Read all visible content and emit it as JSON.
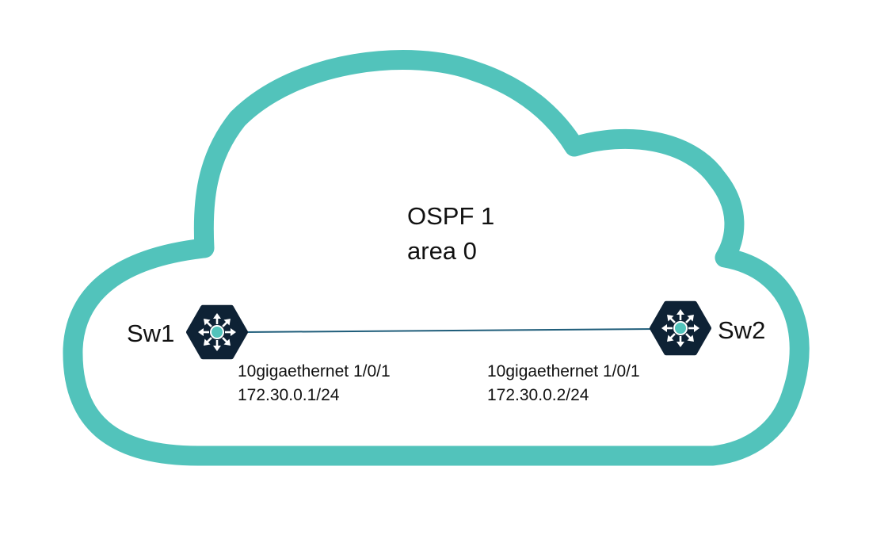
{
  "cloud": {
    "title": "OSPF 1",
    "subtitle": "area 0",
    "stroke_color": "#52C3BB"
  },
  "link": {
    "color": "#1F5D7A"
  },
  "switches": [
    {
      "name": "Sw1",
      "interface": "10gigaethernet 1/0/1",
      "ip": "172.30.0.1/24",
      "icon": "multilayer-switch-icon"
    },
    {
      "name": "Sw2",
      "interface": "10gigaethernet 1/0/1",
      "ip": "172.30.0.2/24",
      "icon": "multilayer-switch-icon"
    }
  ],
  "colors": {
    "icon_body": "#0E2235",
    "icon_center": "#52C3BB",
    "icon_arrows": "#ffffff"
  }
}
